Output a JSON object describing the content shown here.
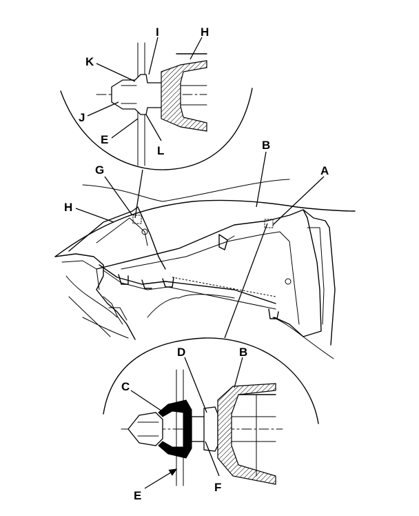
{
  "labels": {
    "A": "A",
    "B": "B",
    "C": "C",
    "D": "D",
    "E": "E",
    "F": "F",
    "G": "G",
    "H": "H",
    "I": "I",
    "J": "J",
    "K": "K",
    "L": "L"
  }
}
